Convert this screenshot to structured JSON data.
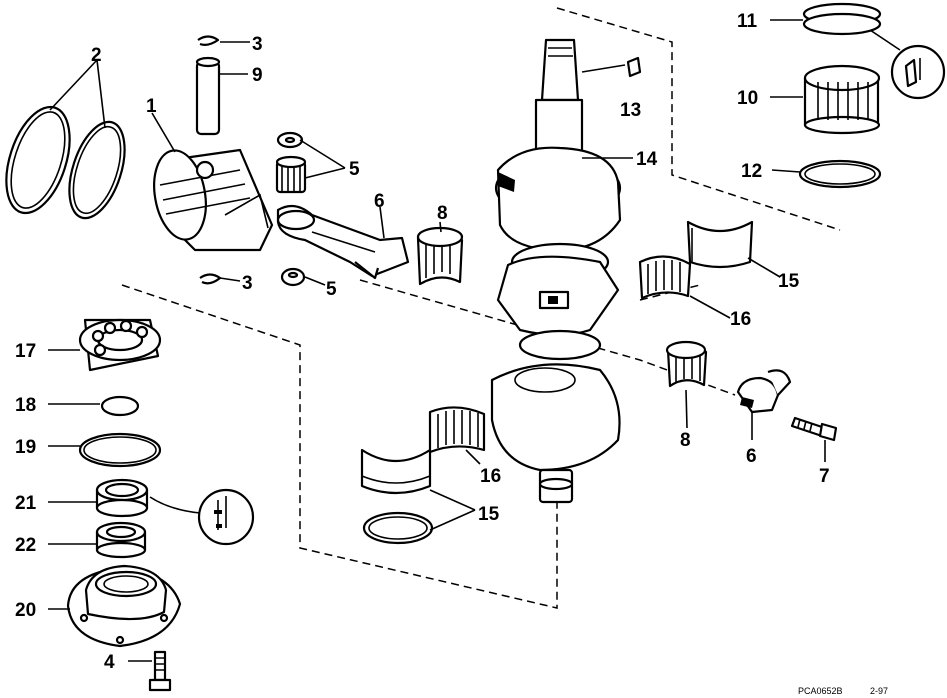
{
  "diagram": {
    "callouts": {
      "c1": "1",
      "c2": "2",
      "c3a": "3",
      "c3b": "3",
      "c4": "4",
      "c5a": "5",
      "c5b": "5",
      "c6a": "6",
      "c6b": "6",
      "c7": "7",
      "c8a": "8",
      "c8b": "8",
      "c9": "9",
      "c10": "10",
      "c11": "11",
      "c12": "12",
      "c13": "13",
      "c14": "14",
      "c15a": "15",
      "c15b": "15",
      "c16a": "16",
      "c16b": "16",
      "c17": "17",
      "c18": "18",
      "c19": "19",
      "c20": "20",
      "c21": "21",
      "c22": "22"
    },
    "figure_code": "PCA0652B",
    "figure_date": "2-97"
  }
}
